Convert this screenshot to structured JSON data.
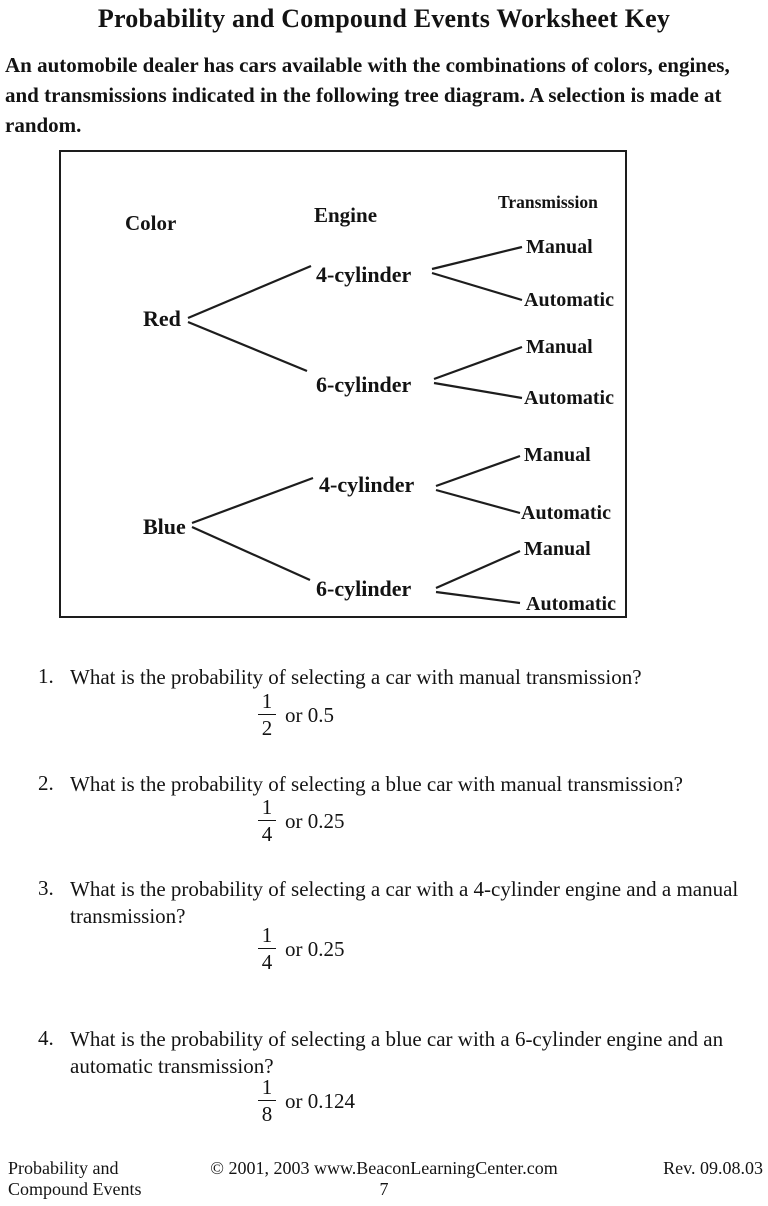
{
  "document": {
    "title": "Probability and Compound Events Worksheet Key",
    "intro": "An automobile dealer has cars available with the combinations of colors, engines, and transmissions indicated in the following tree diagram. A selection is made at random."
  },
  "diagram": {
    "headers": {
      "color": "Color",
      "engine": "Engine",
      "transmission": "Transmission"
    },
    "tree": [
      {
        "color": "Red",
        "engines": [
          {
            "name": "4-cylinder",
            "transmissions": [
              "Manual",
              "Automatic"
            ]
          },
          {
            "name": "6-cylinder",
            "transmissions": [
              "Manual",
              "Automatic"
            ]
          }
        ]
      },
      {
        "color": "Blue",
        "engines": [
          {
            "name": "4-cylinder",
            "transmissions": [
              "Manual",
              "Automatic"
            ]
          },
          {
            "name": "6-cylinder",
            "transmissions": [
              "Manual",
              "Automatic"
            ]
          }
        ]
      }
    ]
  },
  "questions": [
    {
      "number": "1.",
      "text": "What is the probability of selecting a car with manual transmission?",
      "answer_numerator": "1",
      "answer_denominator": "2",
      "answer_text": "or 0.5"
    },
    {
      "number": "2.",
      "text": "What is the probability of selecting a blue car with manual transmission?",
      "answer_numerator": "1",
      "answer_denominator": "4",
      "answer_text": "or 0.25"
    },
    {
      "number": "3.",
      "text": "What is the probability of selecting a car with a 4-cylinder engine and a manual transmission?",
      "answer_numerator": "1",
      "answer_denominator": "4",
      "answer_text": "or 0.25"
    },
    {
      "number": "4.",
      "text": "What is the probability of selecting a blue car with a 6-cylinder engine and an automatic transmission?",
      "answer_numerator": "1",
      "answer_denominator": "8",
      "answer_text": "or 0.124"
    }
  ],
  "footer": {
    "left_line1": "Probability and",
    "left_line2": "Compound Events",
    "copyright": "© 2001, 2003 www.BeaconLearningCenter.com",
    "page_number": "7",
    "revision": "Rev. 09.08.03"
  }
}
